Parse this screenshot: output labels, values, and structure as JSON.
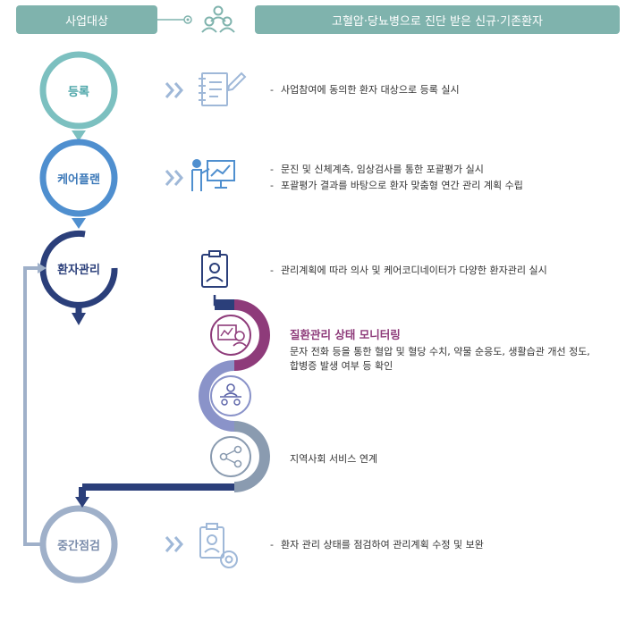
{
  "header": {
    "target_label": "사업대상",
    "target_text": "고혈압·당뇨병으로 진단 받은 신규·기존환자"
  },
  "steps": [
    {
      "label": "등록",
      "desc": [
        "사업참여에 동의한 환자 대상으로 등록 실시"
      ]
    },
    {
      "label": "케어플랜",
      "desc": [
        "문진 및 신체계측, 임상검사를 통한 포괄평가 실시",
        "포괄평가 결과를 바탕으로 환자 맞춤형 연간 관리 계획 수립"
      ]
    },
    {
      "label": "환자관리",
      "desc": [
        "관리계획에 따라 의사 및 케어코디네이터가 다양한 환자관리 실시"
      ]
    },
    {
      "label": "중간점검",
      "desc": [
        "환자 관리 상태를 점검하여 관리계획 수정 및 보완"
      ]
    }
  ],
  "monitoring": {
    "title": "질환관리 상태 모니터링",
    "text": [
      "문자 전화 등을 통한 혈압 및 혈당 수치, 약물 순응도, 생활습관 개선 정도,",
      "합병증 발생 여부 등 확인"
    ]
  },
  "community": {
    "label": "지역사회 서비스 연계"
  },
  "colors": {
    "header_bg": "#7fb3ad",
    "step1": "#7cc0c0",
    "step2": "#4f8fcf",
    "step3": "#2b3f7a",
    "step4": "#9fb0c9",
    "monitor": "#8e3b7a",
    "gray": "#8a9bb0"
  }
}
